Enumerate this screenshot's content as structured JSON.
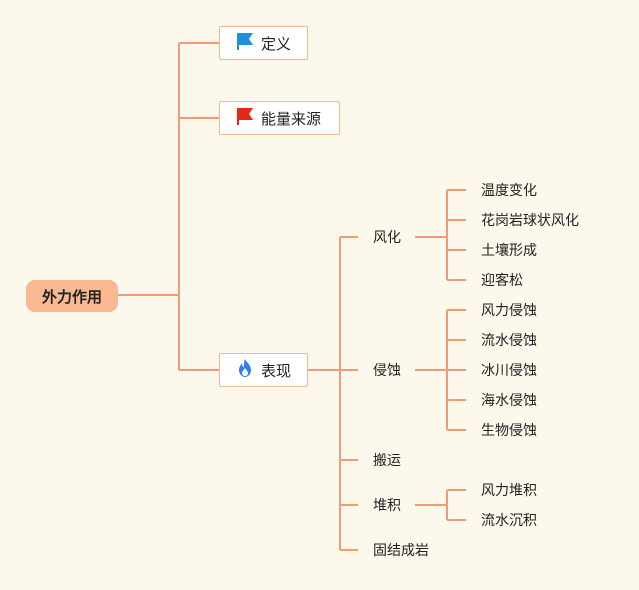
{
  "root": {
    "label": "外力作用"
  },
  "branches": [
    {
      "label": "定义",
      "icon": "blue-flag-icon"
    },
    {
      "label": "能量来源",
      "icon": "red-flag-icon"
    },
    {
      "label": "表现",
      "icon": "fire-icon"
    }
  ],
  "manifestations": [
    {
      "label": "风化",
      "children": [
        "温度变化",
        "花岗岩球状风化",
        "土壤形成",
        "迎客松"
      ]
    },
    {
      "label": "侵蚀",
      "children": [
        "风力侵蚀",
        "流水侵蚀",
        "冰川侵蚀",
        "海水侵蚀",
        "生物侵蚀"
      ]
    },
    {
      "label": "搬运",
      "children": []
    },
    {
      "label": "堆积",
      "children": [
        "风力堆积",
        "流水沉积"
      ]
    },
    {
      "label": "固结成岩",
      "children": []
    }
  ],
  "colors": {
    "line": "#f39a76",
    "root_fill": "#f8b990",
    "box_border": "#f6b594",
    "background": "#fdf8ec",
    "blue_flag": "#1f8ee0",
    "red_flag": "#e8271c",
    "fire": "#2f80ed"
  }
}
